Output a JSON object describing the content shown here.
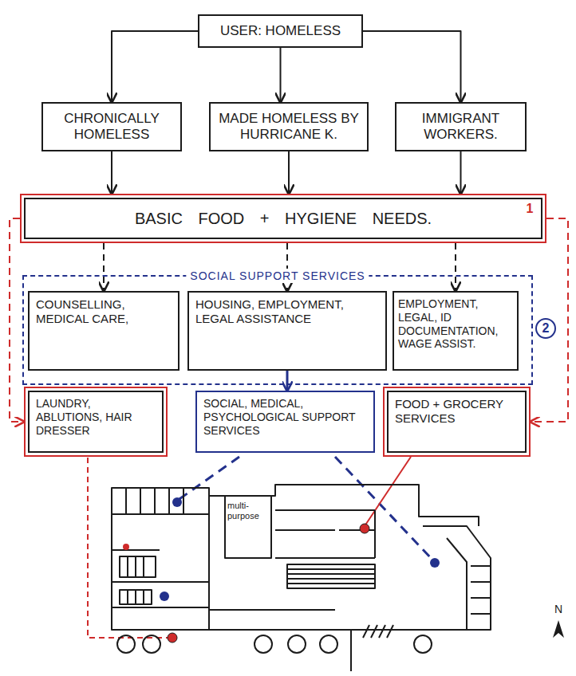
{
  "diagram": {
    "nodes": [
      {
        "text": [
          "USER: HOMELESS"
        ]
      },
      {
        "text": [
          "CHRONICALLY HOMELESS"
        ]
      },
      {
        "text": [
          "MADE HOMELESS BY HURRICANE K."
        ]
      },
      {
        "text": [
          "IMMIGRANT WORKERS."
        ]
      },
      {
        "text": [
          "BASIC FOOD + HYGIENE NEEDS."
        ]
      },
      {
        "text": [
          "SOCIAL SUPPORT SERVICES"
        ]
      },
      {
        "text": [
          "COUNSELLING, MEDICAL CARE,"
        ],
        "in": 5
      },
      {
        "text": [
          "HOUSING, EMPLOYMENT, LEGAL ASSISTANCE"
        ],
        "in": 5
      },
      {
        "text": [
          "EMPLOYMENT, LEGAL, ID DOCUMENTATION, WAGE ASSIST."
        ],
        "in": 5
      },
      {
        "text": [
          "LAUNDRY, ABLUTIONS, HAIR DRESSER"
        ]
      },
      {
        "text": [
          "SOCIAL, MEDICAL, PSYCHOLOGICAL SUPPORT SERVICES"
        ]
      },
      {
        "text": [
          "FOOD + GROCERY SERVICES"
        ]
      }
    ],
    "edges": [
      {
        "from": 0,
        "to": 1,
        "arrow": "to"
      },
      {
        "from": 0,
        "to": 2,
        "arrow": "to"
      },
      {
        "from": 0,
        "to": 3,
        "arrow": "to"
      },
      {
        "from": 1,
        "to": 4,
        "arrow": "to"
      },
      {
        "from": 2,
        "to": 4,
        "arrow": "to"
      },
      {
        "from": 3,
        "to": 4,
        "arrow": "to"
      },
      {
        "from": 4,
        "to": 6,
        "arrow": "to"
      },
      {
        "from": 4,
        "to": 7,
        "arrow": "to"
      },
      {
        "from": 4,
        "to": 8,
        "arrow": "to"
      },
      {
        "from": 7,
        "to": 10,
        "arrow": "to"
      },
      {
        "from": 4,
        "to": 11,
        "arrow": "to"
      },
      {
        "from": 4,
        "to": 9,
        "arrow": "to"
      }
    ],
    "labels": [
      "1",
      "2",
      "multi-purpose",
      "N"
    ]
  }
}
